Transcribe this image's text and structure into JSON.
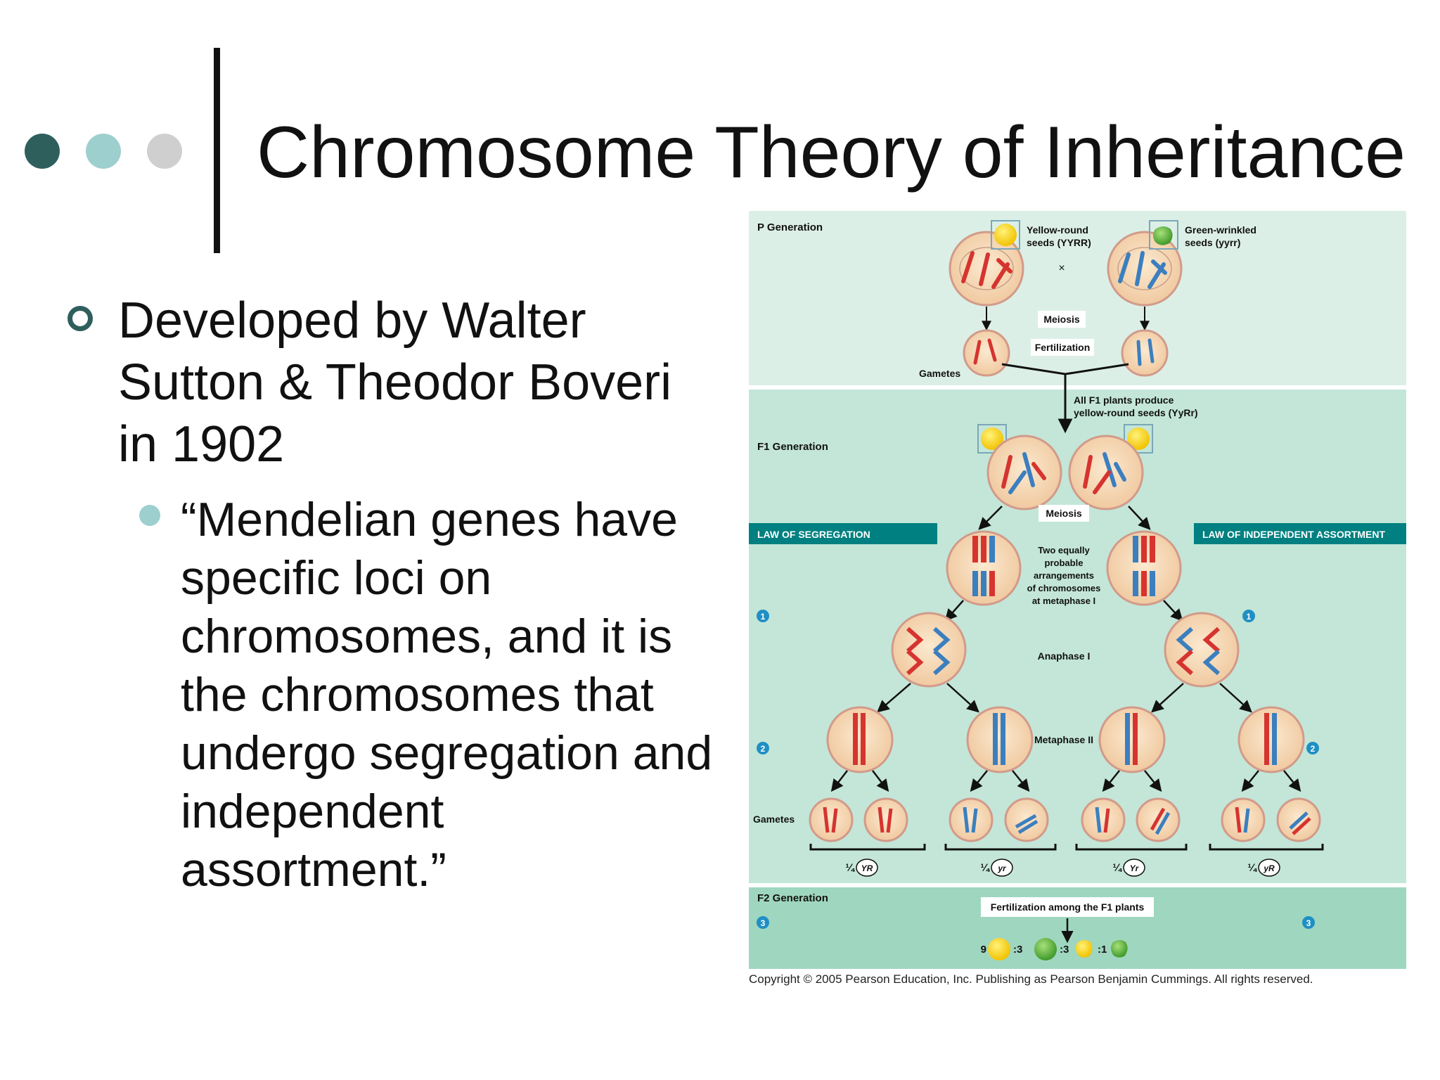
{
  "slide": {
    "title": "Chromosome Theory of Inheritance",
    "bullet": "Developed by Walter Sutton & Theodor Boveri in 1902",
    "sub_bullet": "“Mendelian genes have specific loci on chromosomes, and it is the chromosomes that undergo segregation and independent assortment.”"
  },
  "figure": {
    "p_generation": "P Generation",
    "yellow_round_line1": "Yellow-round",
    "yellow_round_line2": "seeds (YYRR)",
    "green_wrinkled_line1": "Green-wrinkled",
    "green_wrinkled_line2": "seeds (yyrr)",
    "cross": "×",
    "meiosis": "Meiosis",
    "fertilization": "Fertilization",
    "gametes": "Gametes",
    "f1_produce_line1": "All F1 plants produce",
    "f1_produce_line2": "yellow-round seeds (YyRr)",
    "f1_generation": "F1 Generation",
    "law_segregation": "LAW OF SEGREGATION",
    "law_independent": "LAW OF INDEPENDENT ASSORTMENT",
    "arrangement_line1": "Two equally",
    "arrangement_line2": "probable",
    "arrangement_line3": "arrangements",
    "arrangement_line4": "of chromosomes",
    "arrangement_line5": "at metaphase I",
    "anaphase": "Anaphase I",
    "metaphase2": "Metaphase II",
    "step1": "1",
    "step2": "2",
    "step3": "3",
    "fraction": "¼",
    "gamete_types": [
      "YR",
      "yr",
      "Yr",
      "yR"
    ],
    "f2_generation": "F2 Generation",
    "f2_fertilization": "Fertilization among the F1 plants",
    "ratio": [
      "9",
      ":3",
      ":3",
      ":1"
    ],
    "colors": {
      "panel_light": "#dcefe6",
      "panel_mid": "#c3e6d8",
      "panel_f2": "#9fd6bf",
      "law_banner": "#008080",
      "cell_fill": "#f5d9b4",
      "cell_edge": "#d29a8a",
      "red_chromosome": "#d6342f",
      "blue_chromosome": "#3b7fbf",
      "yellow_seed": "#f4c800",
      "green_seed": "#52b034"
    }
  },
  "copyright": "Copyright © 2005 Pearson Education, Inc. Publishing as Pearson Benjamin Cummings. All rights reserved."
}
